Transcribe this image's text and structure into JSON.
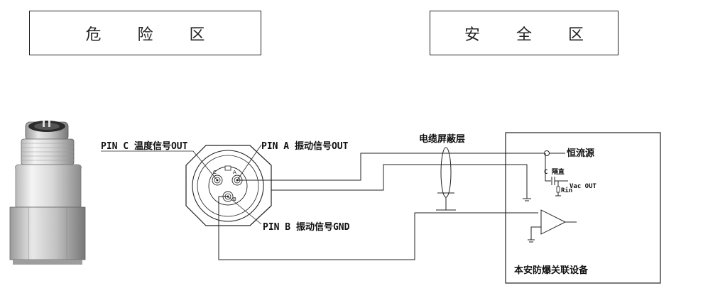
{
  "zones": {
    "hazardous": "危 险 区",
    "safe": "安 全 区"
  },
  "labels": {
    "pin_c": "PIN C 温度信号OUT",
    "pin_a": "PIN A 振动信号OUT",
    "pin_b": "PIN B 振动信号GND",
    "cable_shield": "电缆屏蔽层",
    "constant_current": "恒流源",
    "c_isolation": "C 隔直",
    "vac_out": "Vac OUT",
    "rin": "Rin",
    "equipment": "本安防爆关联设备"
  },
  "connector_letters": {
    "c": "C",
    "a": "A",
    "b": "B"
  }
}
